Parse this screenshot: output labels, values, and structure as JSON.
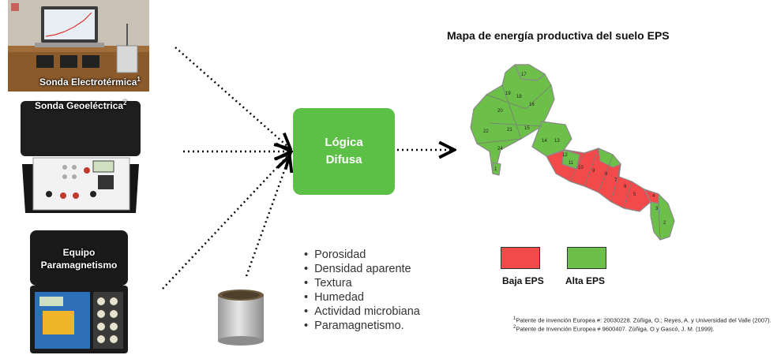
{
  "devices": {
    "electrothermal_probe": {
      "label": "Sonda Electrotérmica",
      "sup": "1"
    },
    "geoelectric_probe": {
      "label": "Sonda Geoeléctrica",
      "sup": "2"
    },
    "paramagnetism_equipment": {
      "label_line1": "Equipo",
      "label_line2": "Paramagnetismo"
    }
  },
  "logic_box": {
    "line1": "Lógica",
    "line2": "Difusa"
  },
  "properties": [
    "Porosidad",
    "Densidad aparente",
    "Textura",
    "Humedad",
    "Actividad microbiana",
    "Paramagnetismo."
  ],
  "map": {
    "title": "Mapa de energía productiva del suelo EPS",
    "legend": [
      {
        "label": "Baja EPS",
        "color": "#f24a4a"
      },
      {
        "label": "Alta  EPS",
        "color": "#6cc04a"
      }
    ],
    "plot_numbers": [
      "17",
      "19",
      "20",
      "18",
      "16",
      "22",
      "21",
      "15",
      "24",
      "14",
      "13",
      "12",
      "11",
      "10",
      "9",
      "8",
      "7",
      "6",
      "5",
      "4",
      "3",
      "2",
      "1"
    ]
  },
  "footnotes": [
    {
      "sup": "1",
      "text": "Patente de invención Europea #: 20030228. Zúñiga, O.; Reyes, A. y Universidad del Valle (2007)."
    },
    {
      "sup": "2",
      "text": "Patente de Invención Europea # 9600407. Zúñiga, O y Gascó, J. M. (1999)."
    }
  ]
}
